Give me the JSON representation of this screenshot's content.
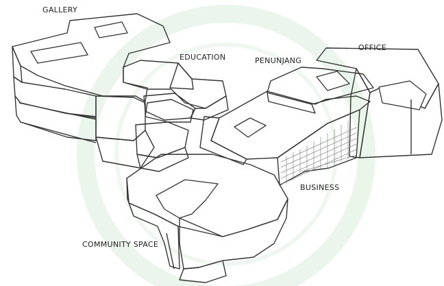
{
  "labels": {
    "gallery": "GALLERY",
    "education": "EDUCATION",
    "penunjang": "PENUNJANG",
    "office": "OFFICE",
    "business": "BUSINESS",
    "community_space": "COMMUNITY SPACE"
  },
  "colors": {
    "gallery": "#b3e6b5",
    "gallery_dark": "#8fd49a",
    "education": "#eef6b0",
    "education_dark": "#d9e89a",
    "penunjang": "#c2c2c2",
    "office": "#f9cf98",
    "office_dark": "#f2b97a",
    "business": "#f0b5ee",
    "community_space": "#a9d3dc",
    "community_space_dark": "#8dc1cd",
    "watermark": "#dbeedb"
  }
}
